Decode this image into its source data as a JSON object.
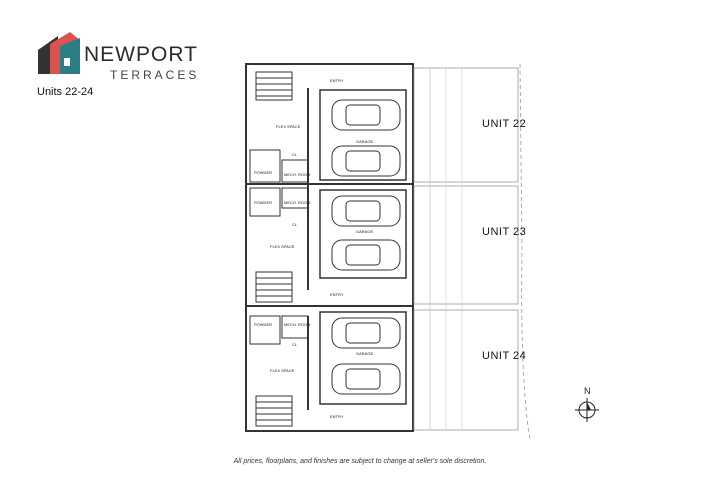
{
  "brand": {
    "name": "NEWPORT",
    "tagline": "TERRACES",
    "colors": {
      "teal": "#2a7f86",
      "red": "#d9534f",
      "dark": "#333333"
    }
  },
  "units_title": "Units 22-24",
  "unit_labels": {
    "u22": "UNIT 22",
    "u23": "UNIT 23",
    "u24": "UNIT 24"
  },
  "rooms": {
    "entry": "ENTRY",
    "flex_space": "FLEX SPACE",
    "garage": "GARAGE",
    "powder": "POWDER",
    "mech_room": "MECH. ROOM",
    "cl": "CL"
  },
  "north_label": "N",
  "disclaimer": "All prices, floorplans, and finishes are subject to change at seller's sole discretion."
}
